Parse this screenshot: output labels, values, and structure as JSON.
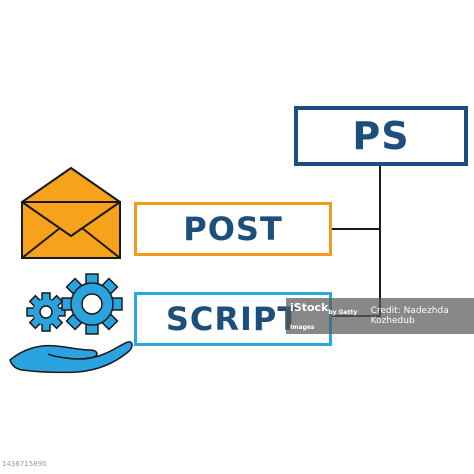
{
  "diagram": {
    "ps_label": "PS",
    "post_label": "POST",
    "script_label": "SCRIPT"
  },
  "icons": {
    "envelope": "envelope-icon",
    "gears": "gears-icon",
    "hand": "hand-icon"
  },
  "colors": {
    "navy": "#1d4f7c",
    "orange": "#f39a1e",
    "cyan": "#2aa9e0",
    "envelope_fill": "#f7a21b",
    "gear_fill": "#2aa3e0"
  },
  "watermark": {
    "brand": "iStock",
    "brand_suffix": "by Getty Images",
    "credit": "Credit: Nadezhda Kozhedub"
  },
  "stock_id": "1436715890"
}
